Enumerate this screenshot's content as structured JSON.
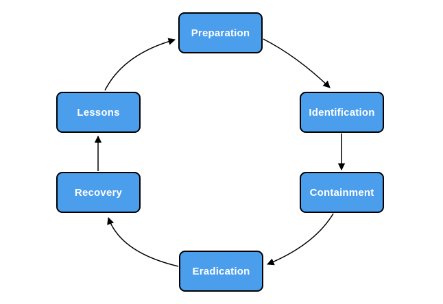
{
  "diagram": {
    "type": "cycle",
    "nodes": [
      {
        "id": "preparation",
        "label": "Preparation"
      },
      {
        "id": "identification",
        "label": "Identification"
      },
      {
        "id": "containment",
        "label": "Containment"
      },
      {
        "id": "eradication",
        "label": "Eradication"
      },
      {
        "id": "recovery",
        "label": "Recovery"
      },
      {
        "id": "lessons",
        "label": "Lessons"
      }
    ],
    "edges": [
      {
        "from": "Preparation",
        "to": "Identification"
      },
      {
        "from": "Identification",
        "to": "Containment"
      },
      {
        "from": "Containment",
        "to": "Eradication"
      },
      {
        "from": "Eradication",
        "to": "Recovery"
      },
      {
        "from": "Recovery",
        "to": "Lessons"
      },
      {
        "from": "Lessons",
        "to": "Preparation"
      }
    ],
    "colors": {
      "node_fill": "#4a9eec",
      "node_border": "#000000",
      "node_text": "#ffffff",
      "arrow": "#000000",
      "background": "#ffffff"
    }
  }
}
